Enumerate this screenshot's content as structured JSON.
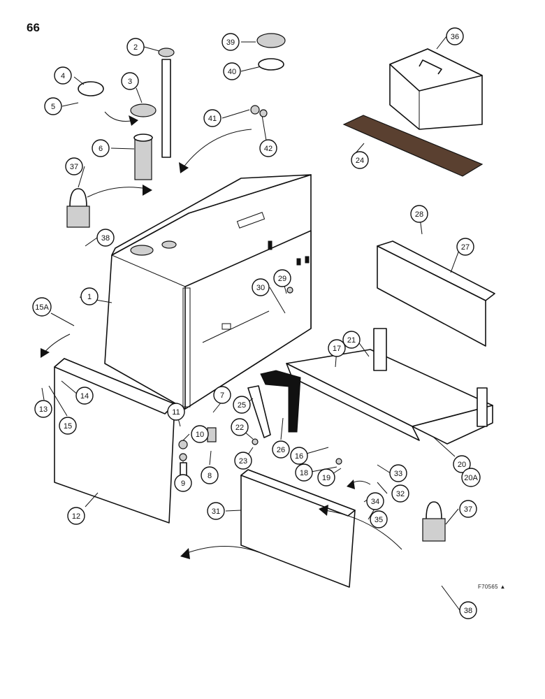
{
  "page": {
    "number": "66",
    "figure_code": "F70565 ▲"
  },
  "callouts": [
    {
      "id": "c1",
      "label": "1"
    },
    {
      "id": "c2",
      "label": "2"
    },
    {
      "id": "c3",
      "label": "3"
    },
    {
      "id": "c4",
      "label": "4"
    },
    {
      "id": "c5",
      "label": "5"
    },
    {
      "id": "c6",
      "label": "6"
    },
    {
      "id": "c7",
      "label": "7"
    },
    {
      "id": "c8",
      "label": "8"
    },
    {
      "id": "c9",
      "label": "9"
    },
    {
      "id": "c10",
      "label": "10"
    },
    {
      "id": "c11",
      "label": "11"
    },
    {
      "id": "c12",
      "label": "12"
    },
    {
      "id": "c13",
      "label": "13"
    },
    {
      "id": "c14",
      "label": "14"
    },
    {
      "id": "c15",
      "label": "15"
    },
    {
      "id": "c15A",
      "label": "15A"
    },
    {
      "id": "c16",
      "label": "16"
    },
    {
      "id": "c17",
      "label": "17"
    },
    {
      "id": "c18",
      "label": "18"
    },
    {
      "id": "c19",
      "label": "19"
    },
    {
      "id": "c20",
      "label": "20"
    },
    {
      "id": "c20A",
      "label": "20A"
    },
    {
      "id": "c21",
      "label": "21"
    },
    {
      "id": "c22",
      "label": "22"
    },
    {
      "id": "c23",
      "label": "23"
    },
    {
      "id": "c24",
      "label": "24"
    },
    {
      "id": "c25",
      "label": "25"
    },
    {
      "id": "c26",
      "label": "26"
    },
    {
      "id": "c27",
      "label": "27"
    },
    {
      "id": "c28",
      "label": "28"
    },
    {
      "id": "c29",
      "label": "29"
    },
    {
      "id": "c30",
      "label": "30"
    },
    {
      "id": "c31",
      "label": "31"
    },
    {
      "id": "c32",
      "label": "32"
    },
    {
      "id": "c33",
      "label": "33"
    },
    {
      "id": "c34",
      "label": "34"
    },
    {
      "id": "c35",
      "label": "35"
    },
    {
      "id": "c36",
      "label": "36"
    },
    {
      "id": "c37a",
      "label": "37"
    },
    {
      "id": "c37b",
      "label": "37"
    },
    {
      "id": "c38a",
      "label": "38"
    },
    {
      "id": "c38b",
      "label": "38"
    },
    {
      "id": "c39",
      "label": "39"
    },
    {
      "id": "c40",
      "label": "40"
    },
    {
      "id": "c41",
      "label": "41"
    },
    {
      "id": "c42",
      "label": "42"
    }
  ]
}
